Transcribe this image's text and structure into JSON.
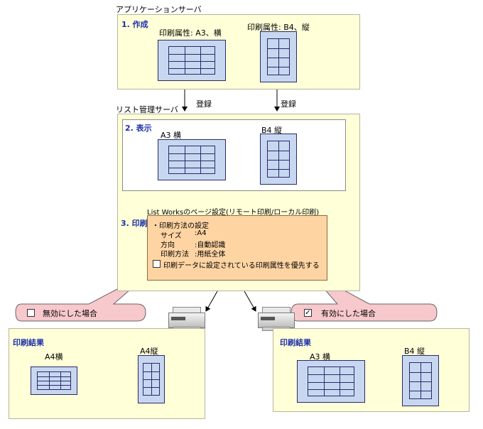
{
  "app_server": {
    "title": "アプリケーションサーバ",
    "step1": "1. 作成",
    "doc_a3_label": "印刷属性: A3、横",
    "doc_b4_label": "印刷属性: B4、縦",
    "register_left": "登録",
    "register_right": "登録"
  },
  "list_server": {
    "title": "リスト管理サーバ",
    "step2": "2. 表示",
    "doc_a3_label": "A3 横",
    "doc_b4_label": "B4 縦",
    "step3": "3. 印刷",
    "page_setting_title": "List Worksのページ設定(リモート印刷/ローカル印刷)",
    "settings": {
      "heading": "・印刷方法の設定",
      "size_label": "サイズ",
      "size_value": ":A4",
      "direction_label": "方向",
      "direction_value": ":自動認識",
      "method_label": "印刷方法",
      "method_value": ":用紙全体",
      "priority_option": "印刷データに設定されている印刷属性を優先する"
    }
  },
  "bubbles": {
    "disabled": "無効にした場合",
    "enabled": "有効にした場合"
  },
  "results": {
    "left": {
      "title": "印刷結果",
      "doc1": "A4横",
      "doc2": "A4縦"
    },
    "right": {
      "title": "印刷結果",
      "doc1": "A3 横",
      "doc2": "B4 縦"
    }
  }
}
